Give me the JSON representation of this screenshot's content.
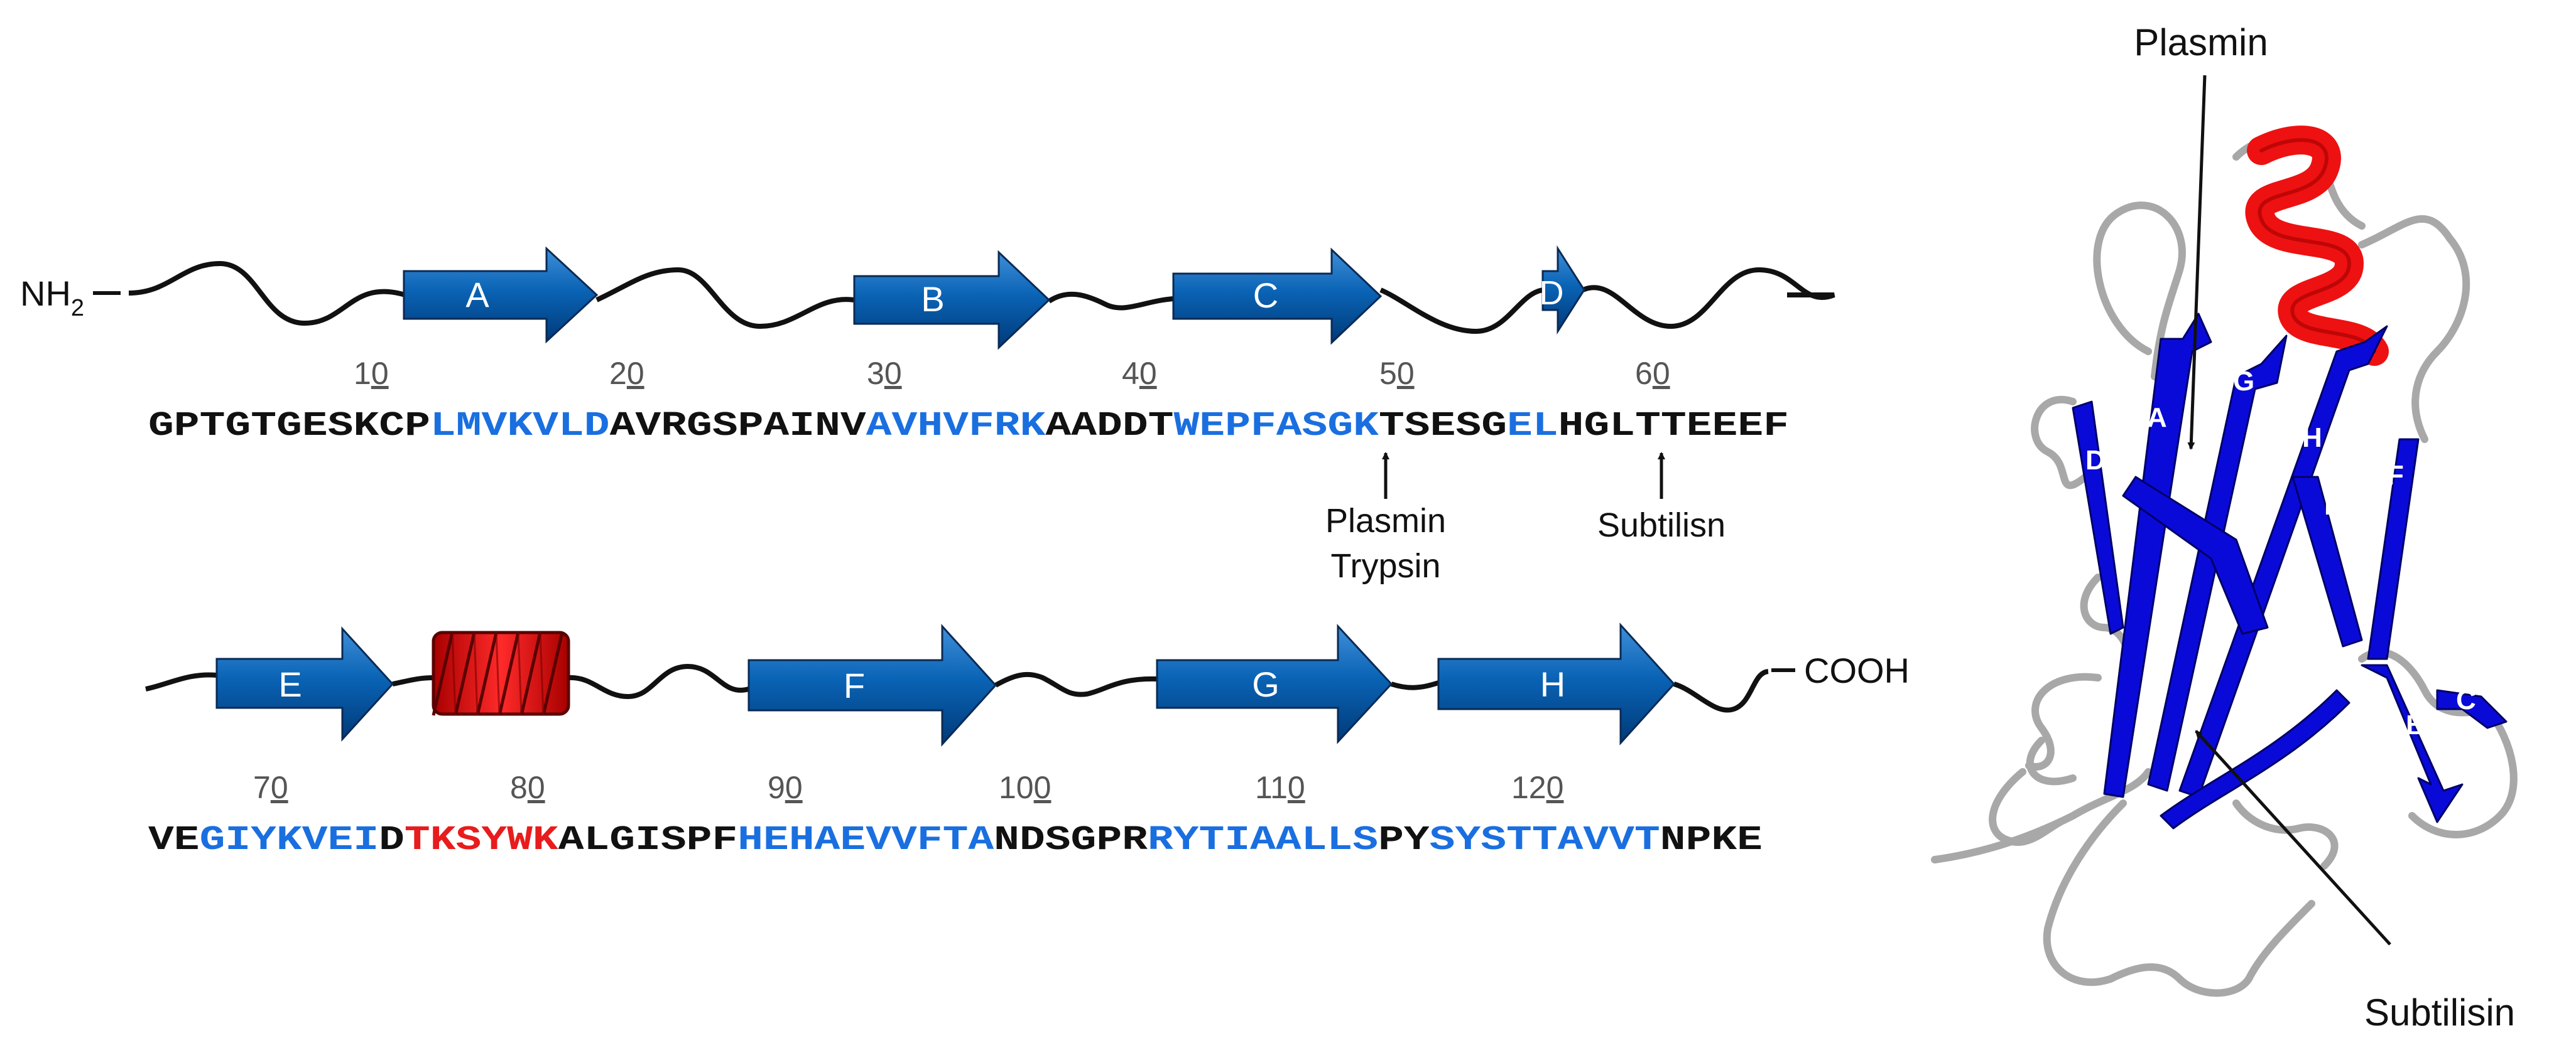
{
  "colors": {
    "strand": "#0a63b5",
    "strand_dark": "#003a78",
    "strand_light": "#4f9be0",
    "helix": "#e01515",
    "seq_black": "#111111",
    "seq_blue": "#1a6fe0",
    "seq_red": "#e81c1c",
    "coil": "#111111",
    "ribbon_blue": "#0a0ad8",
    "ribbon_red": "#ee1111",
    "ribbon_gray": "#a8a8a8"
  },
  "topology": {
    "nterm_label": "NH",
    "nterm_sub": "2",
    "cterm_label": "COOH",
    "row1_strands": [
      "A",
      "B",
      "C",
      "D"
    ],
    "row2_strands": [
      "E",
      "F",
      "G",
      "H"
    ]
  },
  "sequence": {
    "row1_ticks": [
      {
        "lead": "1",
        "under": "0"
      },
      {
        "lead": "2",
        "under": "0"
      },
      {
        "lead": "3",
        "under": "0"
      },
      {
        "lead": "4",
        "under": "0"
      },
      {
        "lead": "5",
        "under": "0"
      },
      {
        "lead": "6",
        "under": "0"
      }
    ],
    "row2_ticks": [
      {
        "lead": "7",
        "under": "0"
      },
      {
        "lead": "8",
        "under": "0"
      },
      {
        "lead": "9",
        "under": "0"
      },
      {
        "lead": "10",
        "under": "0"
      },
      {
        "lead": "11",
        "under": "0"
      },
      {
        "lead": "12",
        "under": "0"
      }
    ],
    "row1_segments": [
      {
        "text": "GPTGTGESKCP",
        "color": "black"
      },
      {
        "text": "LMVKVLD",
        "color": "blue"
      },
      {
        "text": "AVRGSPAINV",
        "color": "black"
      },
      {
        "text": "AVHVFRK",
        "color": "blue"
      },
      {
        "text": "AADDT",
        "color": "black"
      },
      {
        "text": "WEPFASGK",
        "color": "blue"
      },
      {
        "text": "TSESG",
        "color": "black"
      },
      {
        "text": "EL",
        "color": "blue"
      },
      {
        "text": "HGLTTEEEF",
        "color": "black"
      }
    ],
    "row2_segments": [
      {
        "text": "VE",
        "color": "black"
      },
      {
        "text": "GIYKVEI",
        "color": "blue"
      },
      {
        "text": "D",
        "color": "black"
      },
      {
        "text": "TKSYWK",
        "color": "red"
      },
      {
        "text": "ALGISPF",
        "color": "black"
      },
      {
        "text": "HEHAEVVFTA",
        "color": "blue"
      },
      {
        "text": "NDSGPR",
        "color": "black"
      },
      {
        "text": "RYTIAALLS",
        "color": "blue"
      },
      {
        "text": "PY",
        "color": "black"
      },
      {
        "text": "SYSTTAVVT",
        "color": "blue"
      },
      {
        "text": "NPKE",
        "color": "black"
      }
    ]
  },
  "cleavage": {
    "site1_line1": "Plasmin",
    "site1_line2": "Trypsin",
    "site2": "Subtilisn"
  },
  "structure": {
    "label_top": "Plasmin",
    "label_bottom": "Subtilisin",
    "strand_labels": [
      "A",
      "B",
      "C",
      "D",
      "E",
      "F",
      "G",
      "H"
    ]
  }
}
